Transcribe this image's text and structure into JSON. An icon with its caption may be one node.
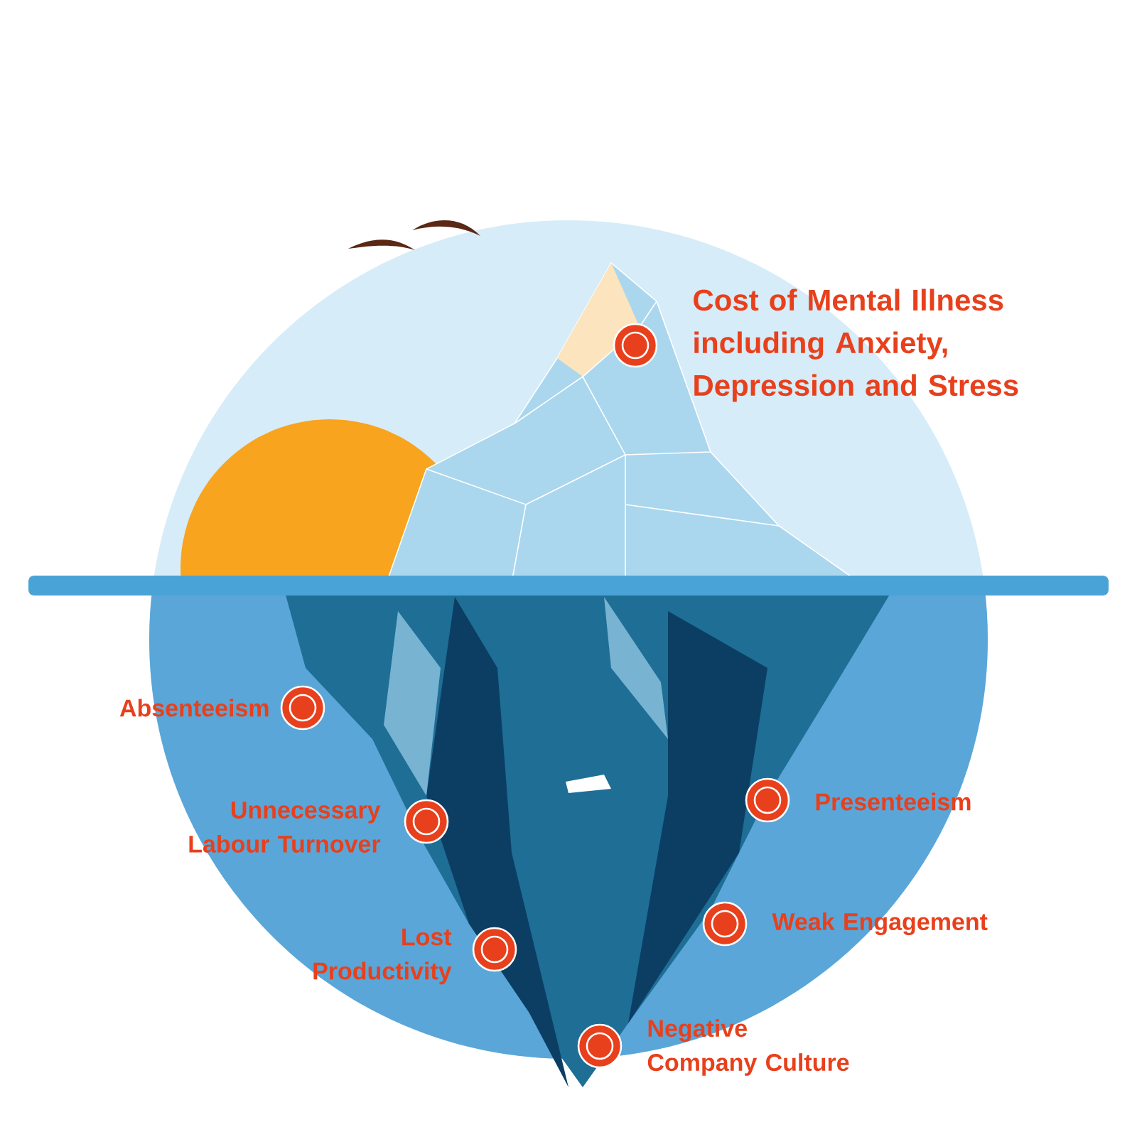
{
  "diagram": {
    "labels": [
      "Cost of Mental Illness including Anxiety, Depression and Stress",
      "Absenteeism",
      "Unnecessary Labour Turnover",
      "Presenteeism",
      "Lost Productivity",
      "Weak Engagement",
      "Negative Company Culture"
    ]
  }
}
